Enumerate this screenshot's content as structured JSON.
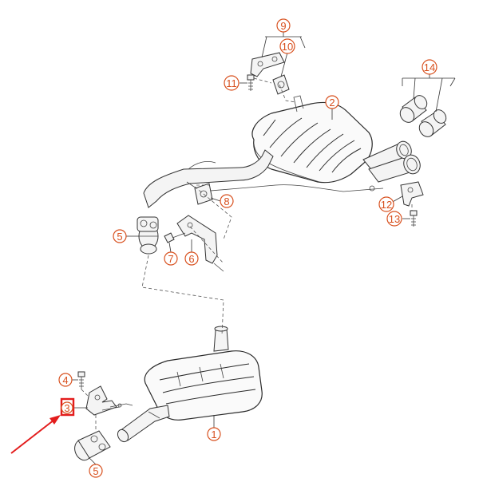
{
  "diagram": {
    "callouts": [
      {
        "id": "c1",
        "label": "1"
      },
      {
        "id": "c2",
        "label": "2"
      },
      {
        "id": "c3",
        "label": "3"
      },
      {
        "id": "c4",
        "label": "4"
      },
      {
        "id": "c5a",
        "label": "5"
      },
      {
        "id": "c5b",
        "label": "5"
      },
      {
        "id": "c6",
        "label": "6"
      },
      {
        "id": "c7",
        "label": "7"
      },
      {
        "id": "c8",
        "label": "8"
      },
      {
        "id": "c9",
        "label": "9"
      },
      {
        "id": "c10",
        "label": "10"
      },
      {
        "id": "c11",
        "label": "11"
      },
      {
        "id": "c12",
        "label": "12"
      },
      {
        "id": "c13",
        "label": "13"
      },
      {
        "id": "c14",
        "label": "14"
      }
    ],
    "colors": {
      "callout": "#d8501e",
      "highlight_box": "#e31d1d",
      "arrow": "#e31d1d",
      "line": "#2b2b2b"
    },
    "highlighted_part": "3"
  }
}
